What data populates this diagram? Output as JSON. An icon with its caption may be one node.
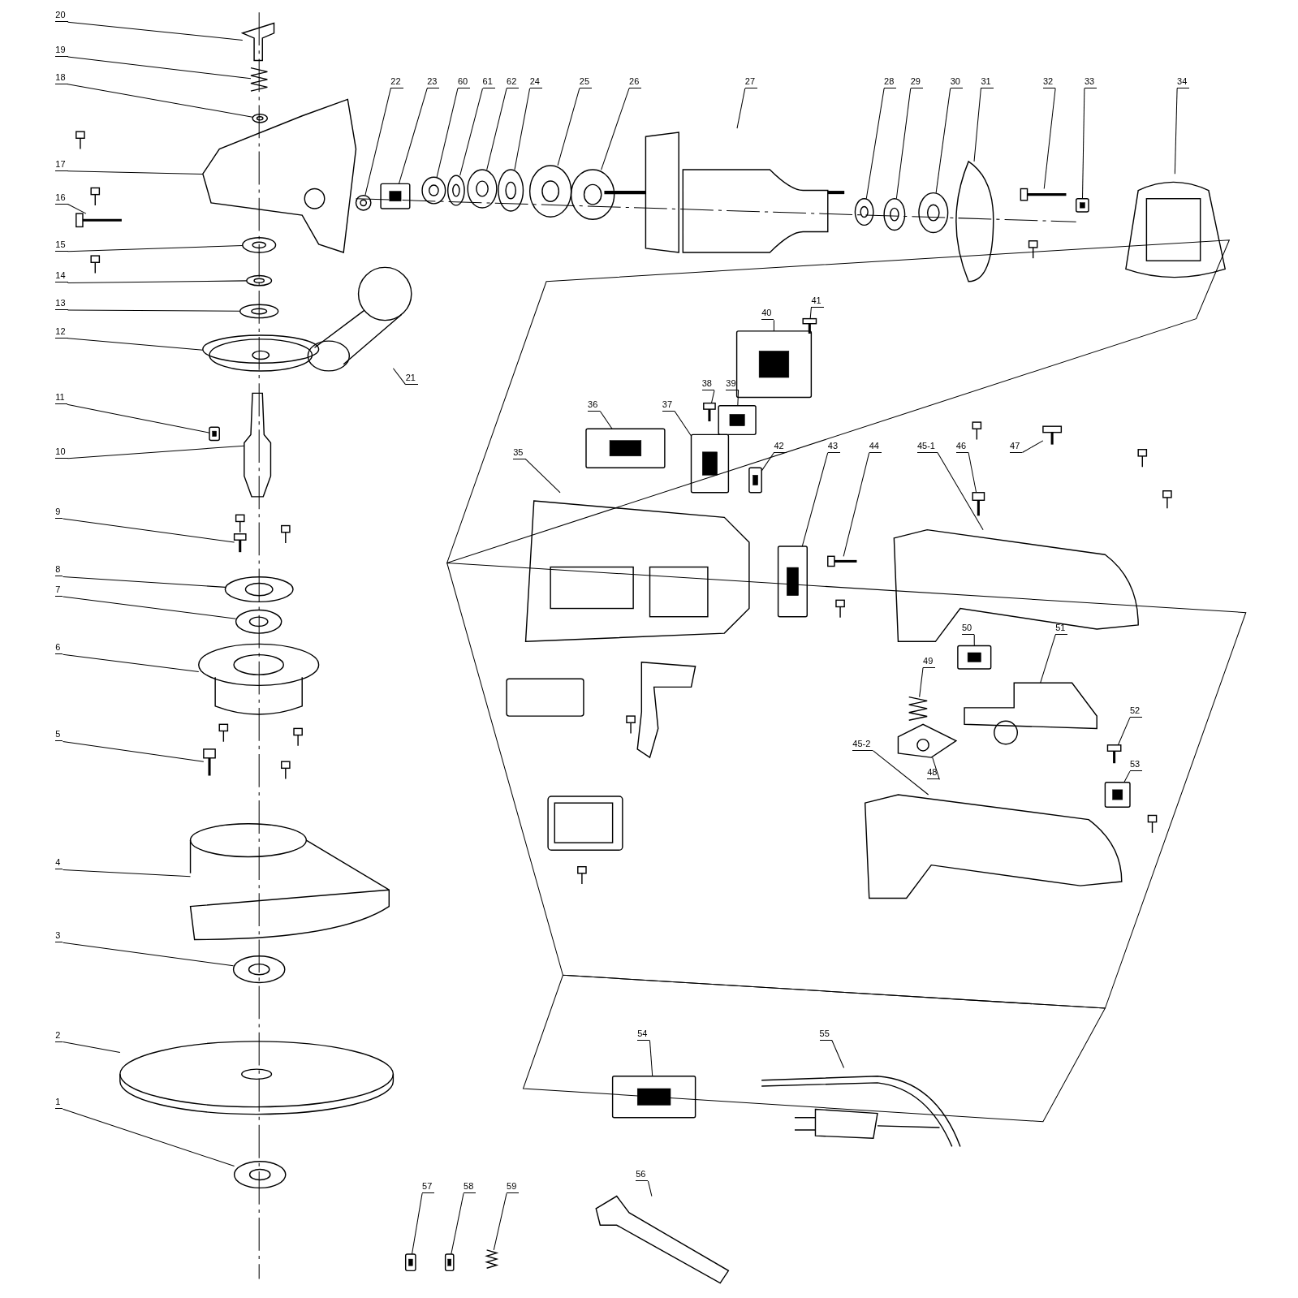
{
  "diagram": {
    "nodes": [
      {
        "text": [
          "20"
        ]
      },
      {
        "text": [],
        "shape": "picture"
      },
      {
        "text": [
          "19"
        ]
      },
      {
        "text": [],
        "shape": "picture"
      },
      {
        "text": [
          "18"
        ]
      },
      {
        "text": [],
        "shape": "picture"
      },
      {
        "text": [
          "17"
        ]
      },
      {
        "text": [],
        "shape": "picture"
      },
      {
        "text": [
          "16"
        ]
      },
      {
        "text": [],
        "shape": "picture"
      },
      {
        "text": [
          "15"
        ]
      },
      {
        "text": [],
        "shape": "picture"
      },
      {
        "text": [
          "14"
        ]
      },
      {
        "text": [],
        "shape": "picture"
      },
      {
        "text": [
          "13"
        ]
      },
      {
        "text": [],
        "shape": "picture"
      },
      {
        "text": [
          "12"
        ]
      },
      {
        "text": [],
        "shape": "picture"
      },
      {
        "text": [
          "11"
        ]
      },
      {
        "text": [],
        "shape": "picture"
      },
      {
        "text": [
          "10"
        ]
      },
      {
        "text": [],
        "shape": "picture"
      },
      {
        "text": [
          "9"
        ]
      },
      {
        "text": [],
        "shape": "picture"
      },
      {
        "text": [
          "8"
        ]
      },
      {
        "text": [],
        "shape": "picture"
      },
      {
        "text": [
          "7"
        ]
      },
      {
        "text": [],
        "shape": "picture"
      },
      {
        "text": [
          "6"
        ]
      },
      {
        "text": [],
        "shape": "picture"
      },
      {
        "text": [
          "5"
        ]
      },
      {
        "text": [],
        "shape": "picture"
      },
      {
        "text": [
          "4"
        ]
      },
      {
        "text": [],
        "shape": "picture"
      },
      {
        "text": [
          "3"
        ]
      },
      {
        "text": [],
        "shape": "picture"
      },
      {
        "text": [
          "2"
        ]
      },
      {
        "text": [],
        "shape": "picture"
      },
      {
        "text": [
          "1"
        ]
      },
      {
        "text": [],
        "shape": "picture"
      },
      {
        "text": [
          "22"
        ]
      },
      {
        "text": [],
        "shape": "picture"
      },
      {
        "text": [
          "23"
        ]
      },
      {
        "text": [],
        "shape": "picture"
      },
      {
        "text": [
          "60"
        ]
      },
      {
        "text": [],
        "shape": "picture"
      },
      {
        "text": [
          "61"
        ]
      },
      {
        "text": [],
        "shape": "picture"
      },
      {
        "text": [
          "62"
        ]
      },
      {
        "text": [],
        "shape": "picture"
      },
      {
        "text": [
          "24"
        ]
      },
      {
        "text": [],
        "shape": "picture"
      },
      {
        "text": [
          "25"
        ]
      },
      {
        "text": [],
        "shape": "picture"
      },
      {
        "text": [
          "26"
        ]
      },
      {
        "text": [],
        "shape": "picture"
      },
      {
        "text": [
          "27"
        ]
      },
      {
        "text": [],
        "shape": "picture"
      },
      {
        "text": [
          "28"
        ]
      },
      {
        "text": [],
        "shape": "picture"
      },
      {
        "text": [
          "29"
        ]
      },
      {
        "text": [],
        "shape": "picture"
      },
      {
        "text": [
          "30"
        ]
      },
      {
        "text": [],
        "shape": "picture"
      },
      {
        "text": [
          "31"
        ]
      },
      {
        "text": [],
        "shape": "picture"
      },
      {
        "text": [
          "32"
        ]
      },
      {
        "text": [],
        "shape": "picture"
      },
      {
        "text": [
          "33"
        ]
      },
      {
        "text": [],
        "shape": "picture"
      },
      {
        "text": [
          "34"
        ]
      },
      {
        "text": [],
        "shape": "picture"
      },
      {
        "text": [
          "21"
        ]
      },
      {
        "text": [],
        "shape": "picture"
      },
      {
        "text": [
          "41"
        ]
      },
      {
        "text": [],
        "shape": "picture"
      },
      {
        "text": [
          "40"
        ]
      },
      {
        "text": [],
        "shape": "picture"
      },
      {
        "text": [
          "38"
        ]
      },
      {
        "text": [],
        "shape": "picture"
      },
      {
        "text": [
          "39"
        ]
      },
      {
        "text": [],
        "shape": "picture"
      },
      {
        "text": [
          "36"
        ]
      },
      {
        "text": [],
        "shape": "picture"
      },
      {
        "text": [
          "37"
        ]
      },
      {
        "text": [],
        "shape": "picture"
      },
      {
        "text": [
          "35"
        ]
      },
      {
        "text": [],
        "shape": "picture"
      },
      {
        "text": [
          "42"
        ]
      },
      {
        "text": [],
        "shape": "picture"
      },
      {
        "text": [
          "43"
        ]
      },
      {
        "text": [],
        "shape": "picture"
      },
      {
        "text": [
          "44"
        ]
      },
      {
        "text": [],
        "shape": "picture"
      },
      {
        "text": [
          "45-1"
        ]
      },
      {
        "text": [],
        "shape": "picture"
      },
      {
        "text": [
          "46"
        ]
      },
      {
        "text": [],
        "shape": "picture"
      },
      {
        "text": [
          "47"
        ]
      },
      {
        "text": [],
        "shape": "picture"
      },
      {
        "text": [
          "50"
        ]
      },
      {
        "text": [],
        "shape": "picture"
      },
      {
        "text": [
          "51"
        ]
      },
      {
        "text": [],
        "shape": "picture"
      },
      {
        "text": [
          "49"
        ]
      },
      {
        "text": [],
        "shape": "picture"
      },
      {
        "text": [
          "52"
        ]
      },
      {
        "text": [],
        "shape": "picture"
      },
      {
        "text": [
          "48"
        ]
      },
      {
        "text": [],
        "shape": "picture"
      },
      {
        "text": [
          "53"
        ]
      },
      {
        "text": [],
        "shape": "picture"
      },
      {
        "text": [
          "45-2"
        ]
      },
      {
        "text": [],
        "shape": "picture"
      },
      {
        "text": [
          "54"
        ]
      },
      {
        "text": [],
        "shape": "picture"
      },
      {
        "text": [
          "55"
        ]
      },
      {
        "text": [],
        "shape": "picture"
      },
      {
        "text": [
          "56"
        ]
      },
      {
        "text": [],
        "shape": "picture"
      },
      {
        "text": [
          "57"
        ]
      },
      {
        "text": [],
        "shape": "picture"
      },
      {
        "text": [
          "58"
        ]
      },
      {
        "text": [],
        "shape": "picture"
      },
      {
        "text": [
          "59"
        ]
      },
      {
        "text": [],
        "shape": "picture"
      }
    ],
    "edges": [
      {
        "from": 0,
        "to": 1,
        "arrow": "none"
      },
      {
        "from": 2,
        "to": 3,
        "arrow": "none"
      },
      {
        "from": 4,
        "to": 5,
        "arrow": "none"
      },
      {
        "from": 6,
        "to": 7,
        "arrow": "none"
      },
      {
        "from": 8,
        "to": 9,
        "arrow": "none"
      },
      {
        "from": 10,
        "to": 11,
        "arrow": "none"
      },
      {
        "from": 12,
        "to": 13,
        "arrow": "none"
      },
      {
        "from": 14,
        "to": 15,
        "arrow": "none"
      },
      {
        "from": 16,
        "to": 17,
        "arrow": "none"
      },
      {
        "from": 18,
        "to": 19,
        "arrow": "none"
      },
      {
        "from": 20,
        "to": 21,
        "arrow": "none"
      },
      {
        "from": 22,
        "to": 23,
        "arrow": "none"
      },
      {
        "from": 24,
        "to": 25,
        "arrow": "none"
      },
      {
        "from": 26,
        "to": 27,
        "arrow": "none"
      },
      {
        "from": 28,
        "to": 29,
        "arrow": "none"
      },
      {
        "from": 30,
        "to": 31,
        "arrow": "none"
      },
      {
        "from": 32,
        "to": 33,
        "arrow": "none"
      },
      {
        "from": 34,
        "to": 35,
        "arrow": "none"
      },
      {
        "from": 36,
        "to": 37,
        "arrow": "none"
      },
      {
        "from": 38,
        "to": 39,
        "arrow": "none"
      },
      {
        "from": 40,
        "to": 41,
        "arrow": "none"
      },
      {
        "from": 42,
        "to": 43,
        "arrow": "none"
      },
      {
        "from": 44,
        "to": 45,
        "arrow": "none"
      },
      {
        "from": 46,
        "to": 47,
        "arrow": "none"
      },
      {
        "from": 48,
        "to": 49,
        "arrow": "none"
      },
      {
        "from": 50,
        "to": 51,
        "arrow": "none"
      },
      {
        "from": 52,
        "to": 53,
        "arrow": "none"
      },
      {
        "from": 54,
        "to": 55,
        "arrow": "none"
      },
      {
        "from": 56,
        "to": 57,
        "arrow": "none"
      },
      {
        "from": 58,
        "to": 59,
        "arrow": "none"
      },
      {
        "from": 60,
        "to": 61,
        "arrow": "none"
      },
      {
        "from": 62,
        "to": 63,
        "arrow": "none"
      },
      {
        "from": 64,
        "to": 65,
        "arrow": "none"
      },
      {
        "from": 66,
        "to": 67,
        "arrow": "none"
      },
      {
        "from": 68,
        "to": 69,
        "arrow": "none"
      },
      {
        "from": 70,
        "to": 71,
        "arrow": "none"
      },
      {
        "from": 72,
        "to": 73,
        "arrow": "none"
      },
      {
        "from": 74,
        "to": 75,
        "arrow": "none"
      },
      {
        "from": 76,
        "to": 77,
        "arrow": "none"
      },
      {
        "from": 78,
        "to": 79,
        "arrow": "none"
      },
      {
        "from": 80,
        "to": 81,
        "arrow": "none"
      },
      {
        "from": 82,
        "to": 83,
        "arrow": "none"
      },
      {
        "from": 84,
        "to": 85,
        "arrow": "none"
      },
      {
        "from": 86,
        "to": 87,
        "arrow": "none"
      },
      {
        "from": 88,
        "to": 89,
        "arrow": "none"
      },
      {
        "from": 90,
        "to": 91,
        "arrow": "none"
      },
      {
        "from": 92,
        "to": 93,
        "arrow": "none"
      },
      {
        "from": 94,
        "to": 95,
        "arrow": "none"
      },
      {
        "from": 96,
        "to": 97,
        "arrow": "none"
      },
      {
        "from": 98,
        "to": 99,
        "arrow": "none"
      },
      {
        "from": 100,
        "to": 101,
        "arrow": "none"
      },
      {
        "from": 102,
        "to": 103,
        "arrow": "none"
      },
      {
        "from": 104,
        "to": 105,
        "arrow": "none"
      },
      {
        "from": 106,
        "to": 107,
        "arrow": "none"
      },
      {
        "from": 108,
        "to": 109,
        "arrow": "none"
      },
      {
        "from": 110,
        "to": 111,
        "arrow": "none"
      },
      {
        "from": 112,
        "to": 113,
        "arrow": "none"
      },
      {
        "from": 114,
        "to": 115,
        "arrow": "none"
      },
      {
        "from": 116,
        "to": 117,
        "arrow": "none"
      },
      {
        "from": 118,
        "to": 119,
        "arrow": "none"
      },
      {
        "from": 120,
        "to": 121,
        "arrow": "none"
      },
      {
        "from": 122,
        "to": 123,
        "arrow": "none"
      },
      {
        "from": 124,
        "to": 125,
        "arrow": "none"
      }
    ]
  }
}
